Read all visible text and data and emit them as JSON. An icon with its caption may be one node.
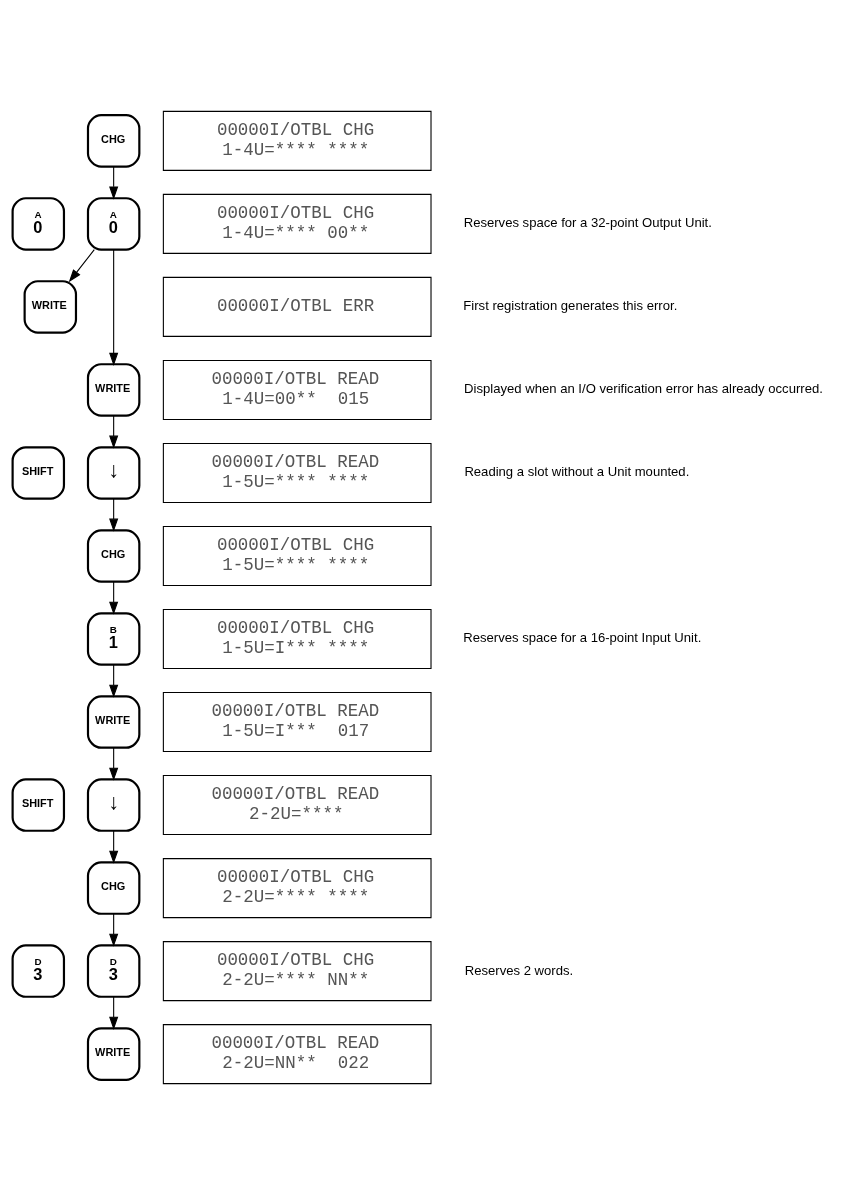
{
  "diagram": {
    "nodes": [
      {
        "text": [
          "CHG"
        ]
      },
      {
        "text": [
          "00000I/OTBL CHG",
          "1-4U=**** ****"
        ]
      },
      {
        "text": [
          "A",
          "0"
        ]
      },
      {
        "text": [
          "A",
          "0"
        ]
      },
      {
        "text": [
          "00000I/OTBL CHG",
          "1-4U=**** 00**"
        ],
        "beside": [
          "Reserves space for a 32-point Output Unit."
        ]
      },
      {
        "text": [
          "WRITE"
        ]
      },
      {
        "text": [
          "00000I/OTBL ERR"
        ],
        "beside": [
          "First registration generates this error."
        ]
      },
      {
        "text": [
          "WRITE"
        ]
      },
      {
        "text": [
          "00000I/OTBL READ",
          "1-4U=00**  015"
        ],
        "beside": [
          "Displayed when an I/O verification error has already occurred."
        ]
      },
      {
        "text": [
          "SHIFT"
        ]
      },
      {
        "text": [
          "↓"
        ]
      },
      {
        "text": [
          "00000I/OTBL READ",
          "1-5U=**** ****"
        ],
        "beside": [
          "Reading a slot without a Unit mounted."
        ]
      },
      {
        "text": [
          "CHG"
        ]
      },
      {
        "text": [
          "00000I/OTBL CHG",
          "1-5U=**** ****"
        ]
      },
      {
        "text": [
          "B",
          "1"
        ]
      },
      {
        "text": [
          "00000I/OTBL CHG",
          "1-5U=I*** ****"
        ],
        "beside": [
          "Reserves space for a 16-point Input Unit."
        ]
      },
      {
        "text": [
          "WRITE"
        ]
      },
      {
        "text": [
          "00000I/OTBL READ",
          "1-5U=I***  017"
        ]
      },
      {
        "text": [
          "SHIFT"
        ]
      },
      {
        "text": [
          "↓"
        ]
      },
      {
        "text": [
          "00000I/OTBL READ",
          "2-2U=****"
        ]
      },
      {
        "text": [
          "CHG"
        ]
      },
      {
        "text": [
          "00000I/OTBL CHG",
          "2-2U=**** ****"
        ]
      },
      {
        "text": [
          "D",
          "3"
        ]
      },
      {
        "text": [
          "D",
          "3"
        ]
      },
      {
        "text": [
          "00000I/OTBL CHG",
          "2-2U=**** NN**"
        ],
        "beside": [
          "Reserves 2 words."
        ]
      },
      {
        "text": [
          "WRITE"
        ]
      },
      {
        "text": [
          "00000I/OTBL READ",
          "2-2U=NN**  022"
        ]
      }
    ],
    "edges": [
      {
        "from": 0,
        "to": 3,
        "arrow": "to"
      },
      {
        "from": 3,
        "to": 5,
        "arrow": "to"
      },
      {
        "from": 3,
        "to": 7,
        "arrow": "to"
      },
      {
        "from": 7,
        "to": 10,
        "arrow": "to"
      },
      {
        "from": 10,
        "to": 12,
        "arrow": "to"
      },
      {
        "from": 12,
        "to": 14,
        "arrow": "to"
      },
      {
        "from": 14,
        "to": 16,
        "arrow": "to"
      },
      {
        "from": 16,
        "to": 19,
        "arrow": "to"
      },
      {
        "from": 19,
        "to": 21,
        "arrow": "to"
      },
      {
        "from": 21,
        "to": 24,
        "arrow": "to"
      },
      {
        "from": 24,
        "to": 26,
        "arrow": "to"
      }
    ]
  }
}
